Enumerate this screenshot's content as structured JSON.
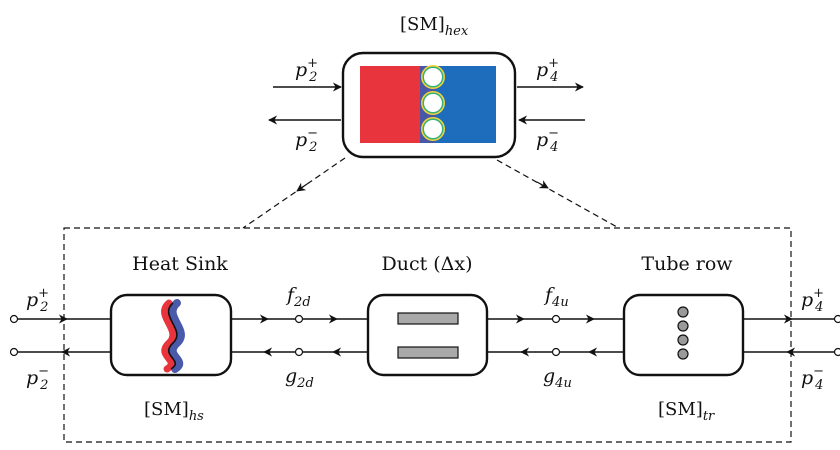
{
  "top_block": {
    "label": "[SM]",
    "label_sub": "hex",
    "colors": {
      "hot": "#e8343c",
      "cold": "#1e6dbd",
      "shade": "#4857a6"
    }
  },
  "ports": {
    "p2_plus": {
      "base": "p",
      "sub": "2",
      "sup": "+"
    },
    "p2_minus": {
      "base": "p",
      "sub": "2",
      "sup": "−"
    },
    "p4_plus": {
      "base": "p",
      "sub": "4",
      "sup": "+"
    },
    "p4_minus": {
      "base": "p",
      "sub": "4",
      "sup": "−"
    }
  },
  "blocks": {
    "heat_sink": {
      "title": "Heat Sink",
      "sm_label": "[SM]",
      "sm_sub": "hs",
      "colors": {
        "red": "#e8343c",
        "blue": "#4a5aab"
      }
    },
    "duct": {
      "title": "Duct (Δx)",
      "bar_color": "#a9a9a9"
    },
    "tube_row": {
      "title": "Tube row",
      "sm_label": "[SM]",
      "sm_sub": "tr",
      "tube_color": "#9a9a9a"
    }
  },
  "waves": {
    "f2d": {
      "base": "f",
      "sub": "2d"
    },
    "g2d": {
      "base": "g",
      "sub": "2d"
    },
    "f4u": {
      "base": "f",
      "sub": "4u"
    },
    "g4u": {
      "base": "g",
      "sub": "4u"
    }
  }
}
